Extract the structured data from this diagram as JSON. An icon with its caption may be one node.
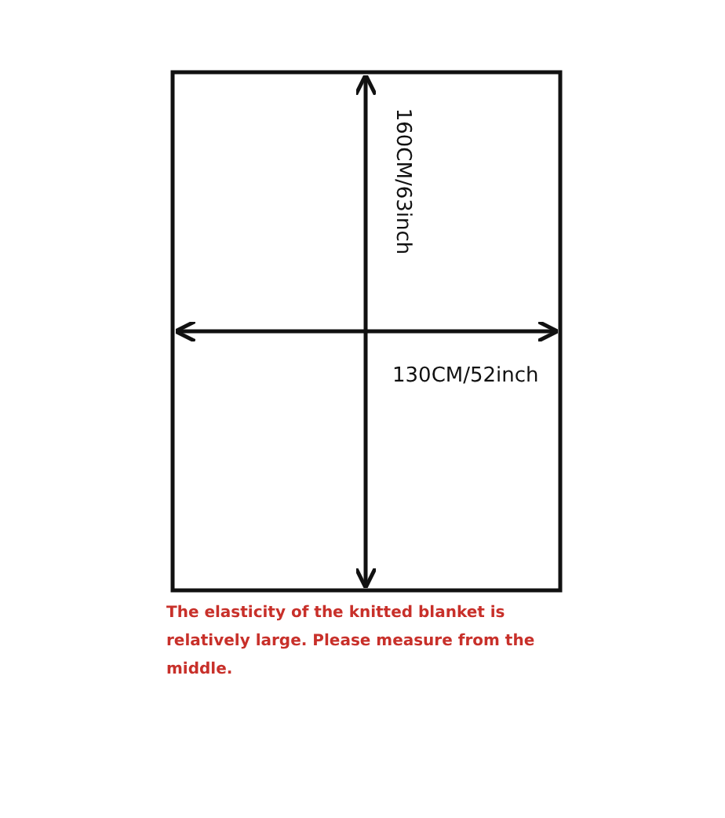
{
  "diagram": {
    "labels": [
      "160CM/63inch",
      "130CM/52inch"
    ],
    "caption": "The elasticity of the knitted blanket is relatively large. Please measure from the middle."
  }
}
